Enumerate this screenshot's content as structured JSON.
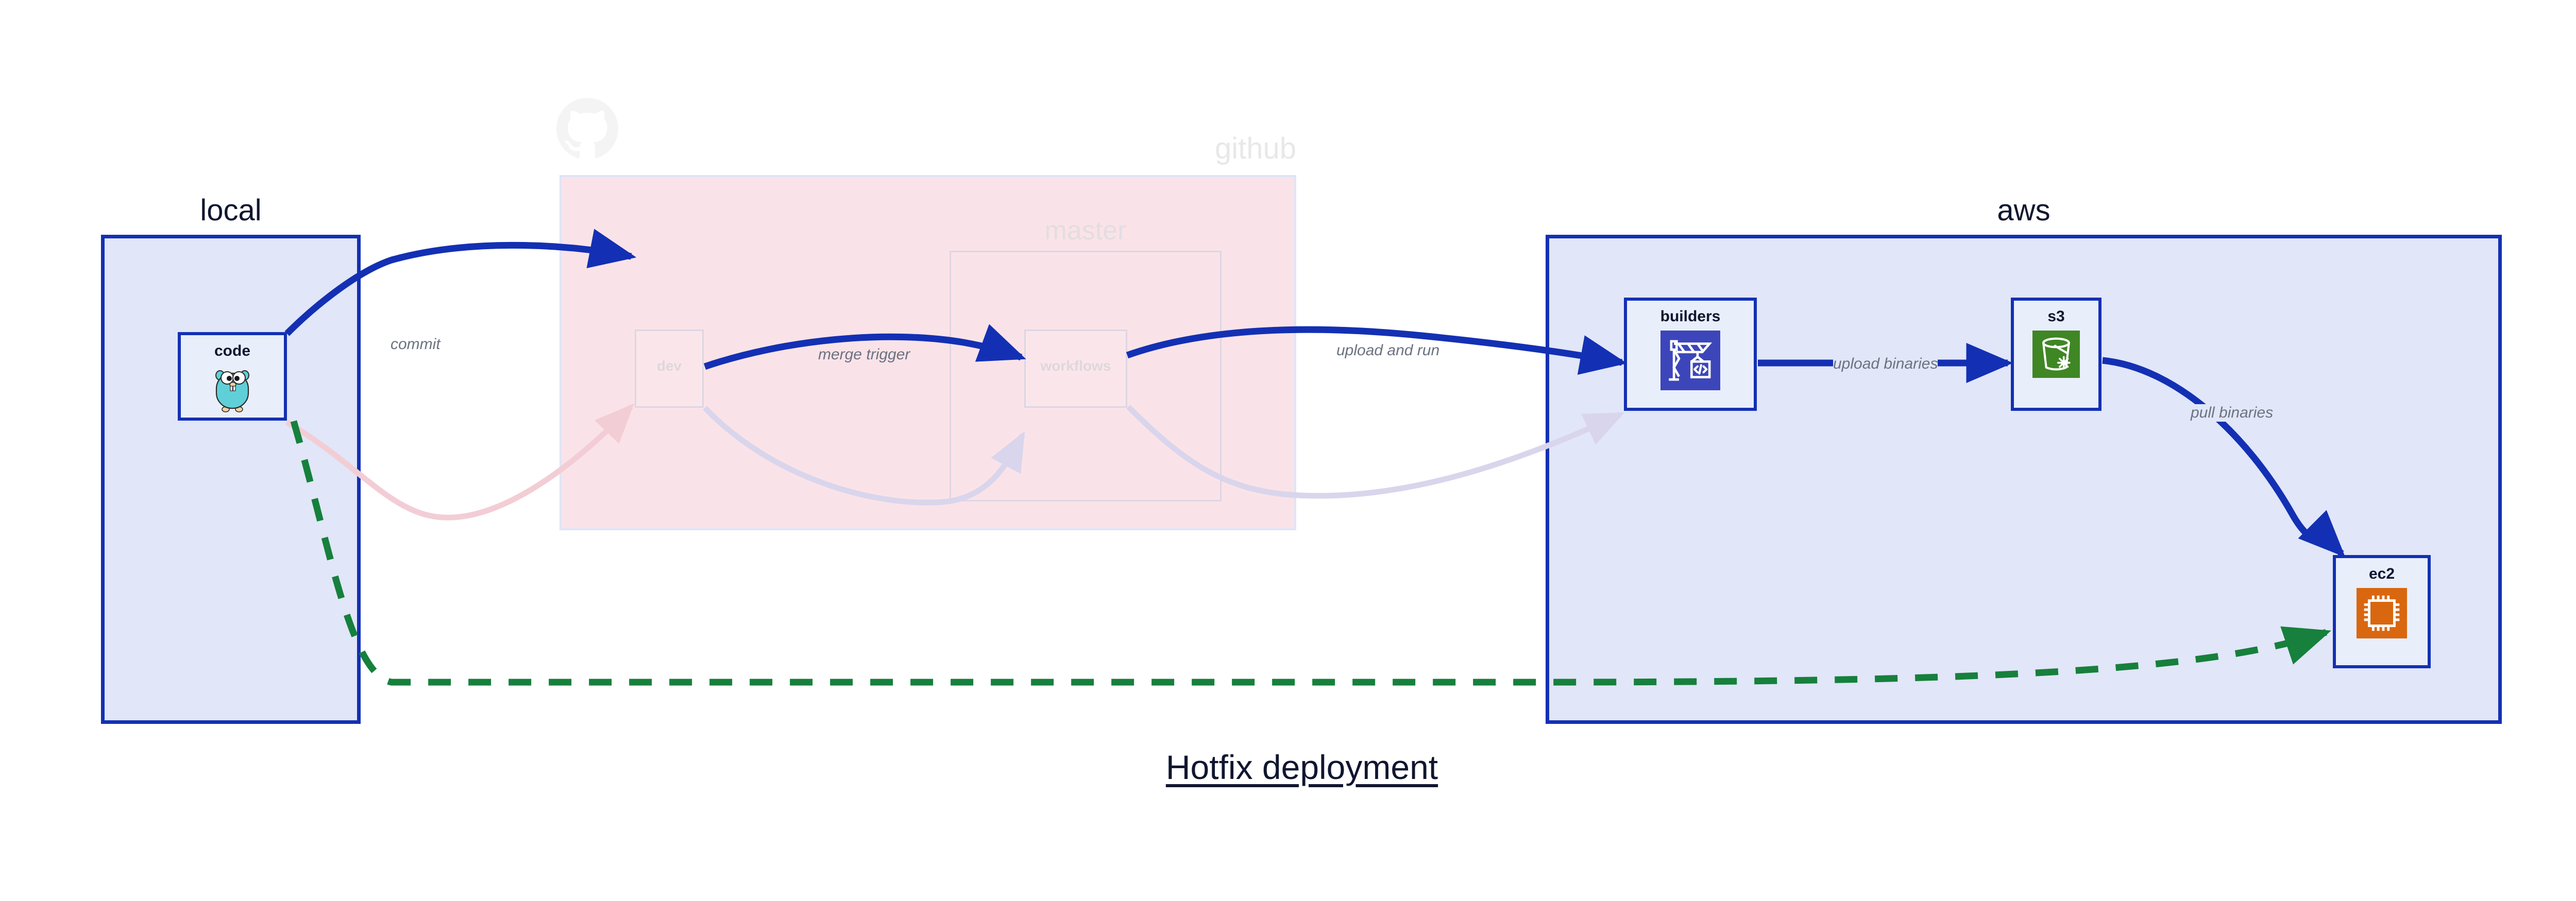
{
  "diagram": {
    "title": "Hotfix deployment",
    "clusters": [
      {
        "id": "local",
        "label": "local",
        "style": "active"
      },
      {
        "id": "github",
        "label": "github",
        "style": "faded",
        "icon": "github-octocat-icon"
      },
      {
        "id": "master",
        "label": "master",
        "style": "faded",
        "parent": "github"
      },
      {
        "id": "aws",
        "label": "aws",
        "style": "active"
      }
    ],
    "nodes": [
      {
        "id": "code",
        "label": "code",
        "cluster": "local",
        "icon": "go-gopher-icon",
        "style": "active"
      },
      {
        "id": "dev",
        "label": "dev",
        "cluster": "github",
        "icon": "none",
        "style": "faded"
      },
      {
        "id": "workflows",
        "label": "workflows",
        "cluster": "master",
        "icon": "none",
        "style": "faded"
      },
      {
        "id": "builders",
        "label": "builders",
        "cluster": "aws",
        "icon": "aws-codebuild-icon",
        "style": "active"
      },
      {
        "id": "s3",
        "label": "s3",
        "cluster": "aws",
        "icon": "aws-s3-bucket-icon",
        "style": "active"
      },
      {
        "id": "ec2",
        "label": "ec2",
        "cluster": "aws",
        "icon": "aws-ec2-chip-icon",
        "style": "active"
      }
    ],
    "edges": [
      {
        "from": "code",
        "to": "dev",
        "label": "commit",
        "style": "solid",
        "color": "#1330b4",
        "state": "active"
      },
      {
        "from": "dev",
        "to": "workflows",
        "label": "merge trigger",
        "style": "solid",
        "color": "#1330b4",
        "state": "active"
      },
      {
        "from": "workflows",
        "to": "builders",
        "label": "upload and run",
        "style": "solid",
        "color": "#1330b4",
        "state": "active"
      },
      {
        "from": "builders",
        "to": "s3",
        "label": "upload binaries",
        "style": "solid",
        "color": "#1330b4",
        "state": "active"
      },
      {
        "from": "s3",
        "to": "ec2",
        "label": "pull binaries",
        "style": "solid",
        "color": "#1330b4",
        "state": "active"
      },
      {
        "from": "code",
        "to": "ec2",
        "label": "",
        "style": "dashed",
        "color": "#16803c",
        "state": "active"
      },
      {
        "from": "code",
        "to": "dev",
        "label": "",
        "style": "solid",
        "color": "#f6d6dc",
        "state": "faded"
      },
      {
        "from": "dev",
        "to": "workflows",
        "label": "",
        "style": "solid",
        "color": "#ddd9ee",
        "state": "faded"
      },
      {
        "from": "workflows",
        "to": "builders",
        "label": "",
        "style": "solid",
        "color": "#ddd9ee",
        "state": "faded"
      }
    ],
    "colors": {
      "accent_blue": "#1330b4",
      "cluster_fill_blue": "#e1e6f8",
      "node_fill_blue": "#e9eefb",
      "github_pink": "#fae3e8",
      "dashed_green": "#16803c",
      "label_gray": "#6b7280",
      "text_dark": "#10162f",
      "codebuild_purple": "#3c46ba",
      "s3_green": "#3f8624",
      "ec2_orange": "#d9670f",
      "gopher_teal": "#5fd0d8"
    }
  }
}
